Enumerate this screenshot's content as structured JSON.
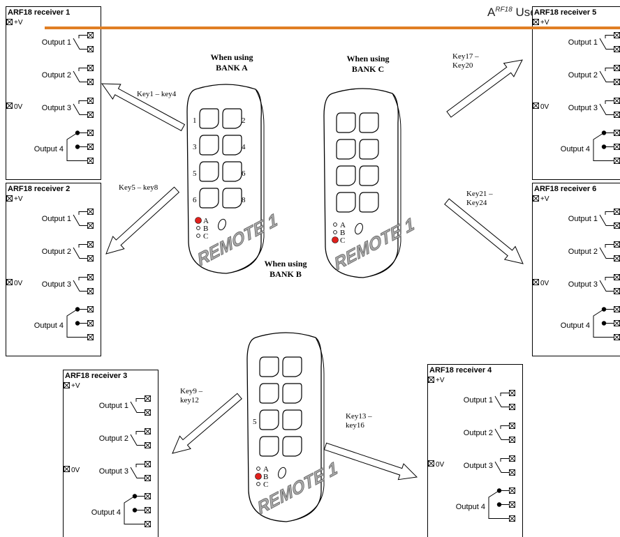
{
  "header": {
    "brand": "A",
    "brand_sup": "RF18",
    "title": "User Guide",
    "accent_color": "#e07f24"
  },
  "bank_captions": {
    "a": {
      "line1": "When using",
      "line2": "BANK A"
    },
    "b": {
      "line1": "When using",
      "line2": "BANK B"
    },
    "c": {
      "line1": "When using",
      "line2": "BANK C"
    }
  },
  "remote": {
    "label": "REMOTE 1",
    "bank_labels": [
      "A",
      "B",
      "C"
    ],
    "active_color": "#e0201c"
  },
  "remote_a_key_numbers": [
    "1",
    "2",
    "3",
    "4",
    "5",
    "6",
    "6",
    "8"
  ],
  "remote_b_key_numbers": [
    "5"
  ],
  "receiver_common": {
    "plus_v": "+V",
    "zero_v": "0V",
    "outputs": [
      "Output 1",
      "Output 2",
      "Output 3",
      "Output 4"
    ]
  },
  "receivers": [
    {
      "title": "ARF18 receiver 1"
    },
    {
      "title": "ARF18 receiver 2"
    },
    {
      "title": "ARF18 receiver 3"
    },
    {
      "title": "ARF18 receiver 4"
    },
    {
      "title": "ARF18 receiver 5"
    },
    {
      "title": "ARF18 receiver 6"
    }
  ],
  "arrows": [
    {
      "line1": "Key1 – key4",
      "line2": ""
    },
    {
      "line1": "Key5 – key8",
      "line2": ""
    },
    {
      "line1": "Key9 –",
      "line2": "key12"
    },
    {
      "line1": "Key13 –",
      "line2": "key16"
    },
    {
      "line1": "Key17 –",
      "line2": "Key20"
    },
    {
      "line1": "Key21 –",
      "line2": "Key24"
    }
  ]
}
